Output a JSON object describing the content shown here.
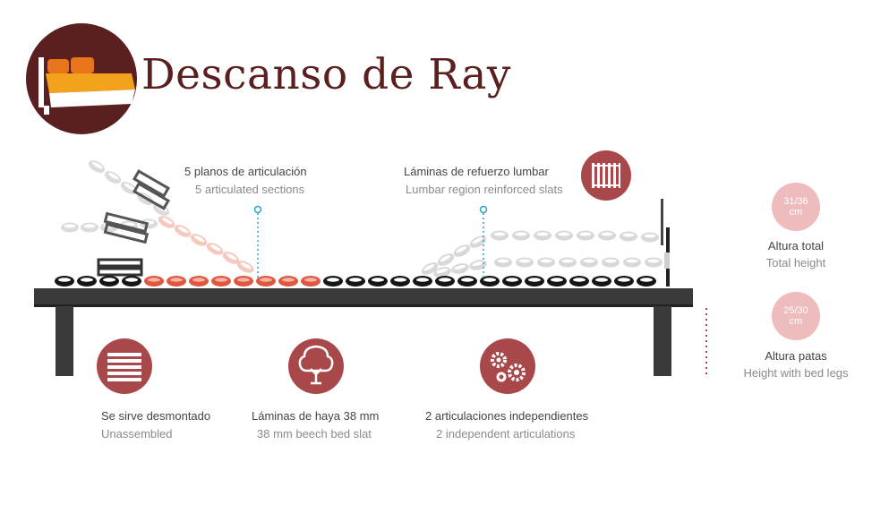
{
  "brand": {
    "name": "Descanso de Ray",
    "colors": {
      "maroon": "#5a1f1f",
      "orange": "#f3a21c",
      "accent": "#a8484a",
      "bubble": "#eebcbc",
      "slat_red": "#e0573f"
    }
  },
  "sections": {
    "es": "5 planos de articulación",
    "en": "5 articulated sections"
  },
  "lumbar": {
    "es": "Láminas de refuerzo lumbar",
    "en": "Lumbar region reinforced slats",
    "icon": "reinforced-slats-icon"
  },
  "total_height": {
    "value_top": "31/36",
    "value_unit": "cm",
    "es": "Altura total",
    "en": "Total height"
  },
  "legs_height": {
    "value_top": "25/30",
    "value_unit": "cm",
    "es": "Altura patas",
    "en": "Height with bed legs"
  },
  "features": [
    {
      "es": "Se sirve desmontado",
      "en": "Unassembled",
      "icon": "flat-pack-icon"
    },
    {
      "es": "Láminas de haya 38 mm",
      "en": "38 mm beech bed slat",
      "icon": "tree-icon"
    },
    {
      "es": "2 articulaciones independientes",
      "en": "2 independent articulations",
      "icon": "gears-icon"
    }
  ]
}
